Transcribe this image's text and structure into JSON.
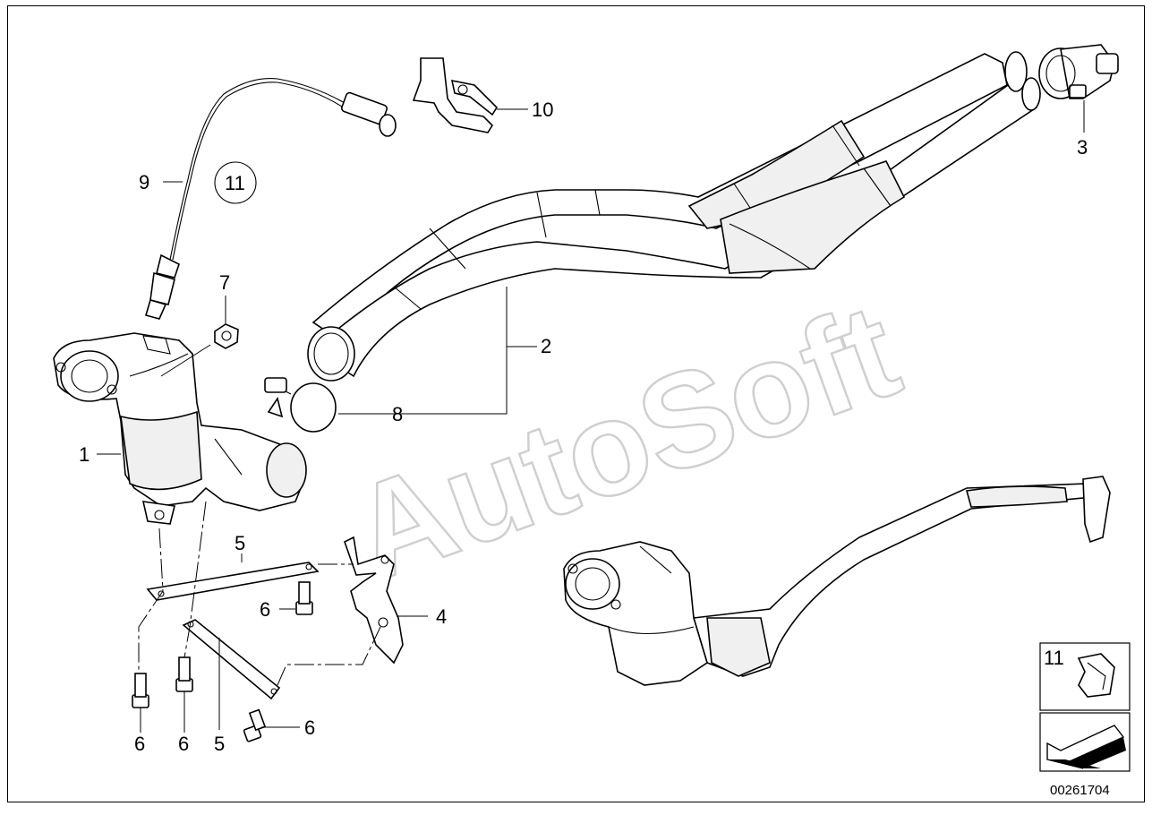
{
  "diagram": {
    "watermark": "AutoSoft",
    "reference_number": "00261704",
    "callouts": {
      "c1": "1",
      "c2": "2",
      "c3": "3",
      "c4": "4",
      "c5a": "5",
      "c5b": "5",
      "c6a": "6",
      "c6b": "6",
      "c6c": "6",
      "c6d": "6",
      "c7": "7",
      "c8": "8",
      "c9": "9",
      "c10": "10",
      "c11": "11",
      "c11_inset": "11"
    }
  }
}
